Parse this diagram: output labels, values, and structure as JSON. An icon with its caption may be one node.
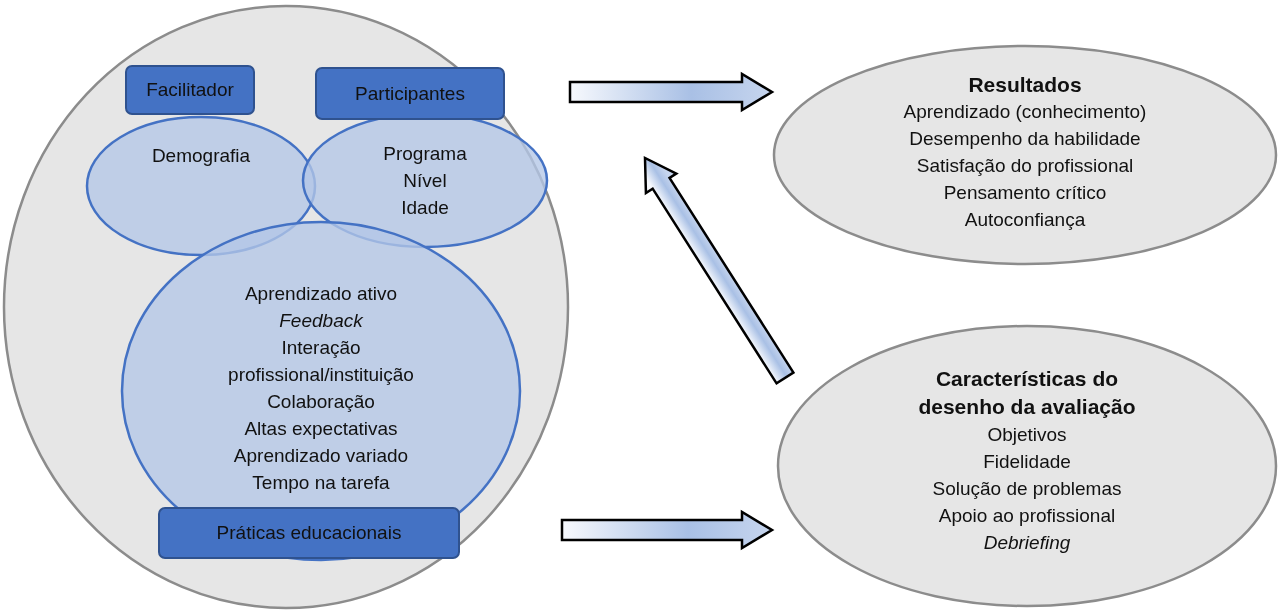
{
  "diagram": {
    "nodes": [
      {
        "text": [],
        "shape": "circle"
      },
      {
        "text": [
          "Facilitador"
        ],
        "in": 0
      },
      {
        "text": [
          "Participantes"
        ],
        "in": 0
      },
      {
        "text": [
          "Demografia"
        ],
        "in": 0
      },
      {
        "text": [
          "Programa",
          "Nível",
          "Idade"
        ],
        "in": 0
      },
      {
        "text": [
          "Aprendizado ativo",
          "*Feedback*",
          "Interação",
          "profissional/instituição",
          "Colaboração",
          "Altas expectativas",
          "Aprendizado variado",
          "Tempo na tarefa",
          "Práticas educacionais"
        ],
        "in": 0
      },
      {
        "text": [
          "Resultados",
          "Aprendizado (conhecimento)",
          "Desempenho da habilidade",
          "Satisfação do profissional",
          "Pensamento crítico",
          "Autoconfiança"
        ]
      },
      {
        "text": [
          "Características do desenho da avaliação",
          "Objetivos",
          "Fidelidade",
          "Solução de problemas",
          "Apoio ao profissional",
          "*Debriefing*"
        ]
      }
    ],
    "edges": [
      {
        "from": 0,
        "to": 6,
        "arrow": "to"
      },
      {
        "from": 7,
        "to": 6,
        "arrow": "to"
      },
      {
        "from": 0,
        "to": 7,
        "arrow": "to"
      }
    ]
  }
}
